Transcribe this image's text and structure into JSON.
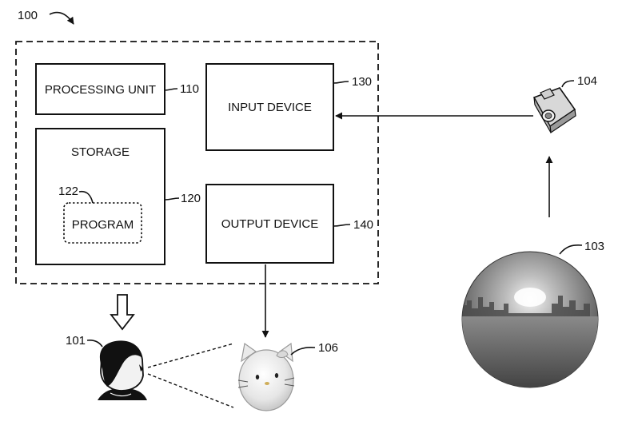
{
  "figure": {
    "ref_system": "100",
    "blocks": {
      "processing_unit": {
        "label": "PROCESSING UNIT",
        "ref": "110"
      },
      "storage": {
        "label": "STORAGE",
        "ref": "120"
      },
      "program": {
        "label": "PROGRAM",
        "ref": "122"
      },
      "input_device": {
        "label": "INPUT DEVICE",
        "ref": "130"
      },
      "output_device": {
        "label": "OUTPUT DEVICE",
        "ref": "140"
      }
    },
    "elements": {
      "user": {
        "ref": "101"
      },
      "sphere": {
        "ref": "103"
      },
      "camera": {
        "ref": "104"
      },
      "toy": {
        "ref": "106"
      }
    }
  }
}
